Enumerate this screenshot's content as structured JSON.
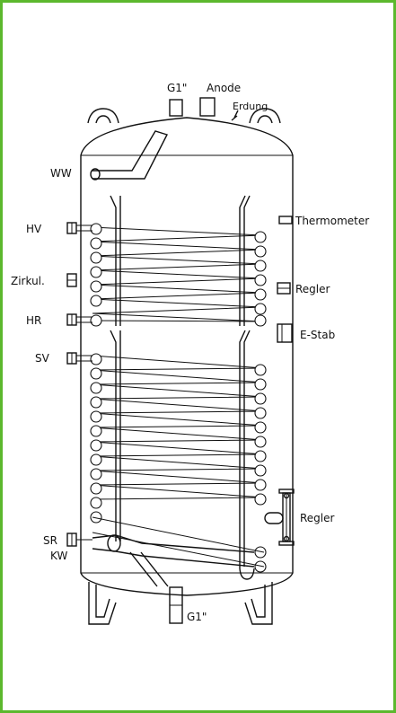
{
  "diagram": {
    "border_color": "#5cb82e",
    "labels": {
      "top_port": "G1\"",
      "anode": "Anode",
      "earth": "Erdung",
      "hot_water": "WW",
      "upper_flow": "HV",
      "circulation": "Zirkul.",
      "upper_return": "HR",
      "solar_flow": "SV",
      "solar_return": "SR",
      "cold_water": "KW",
      "thermometer": "Thermometer",
      "controller_upper": "Regler",
      "heater": "E-Stab",
      "controller_lower": "Regler",
      "bottom_port": "G1\""
    }
  }
}
